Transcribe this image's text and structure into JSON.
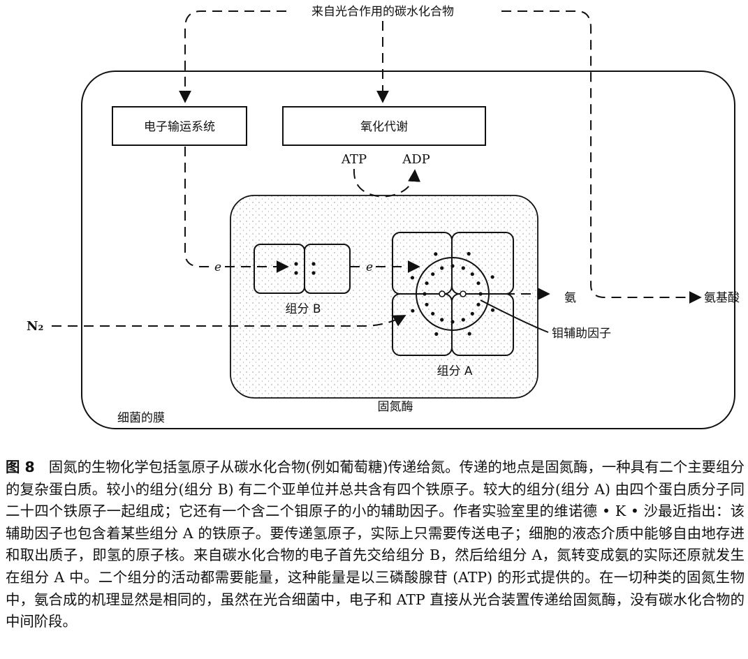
{
  "figure": {
    "top_label": "来自光合作用的碳水化合物",
    "electron_transport": "电子输运系统",
    "oxidative_metabolism": "氧化代谢",
    "atp": "ATP",
    "adp": "ADP",
    "electron_1": "e",
    "electron_2": "e",
    "component_b": "组分 B",
    "component_a": "组分 A",
    "n2": "N₂",
    "ammonia": "氨",
    "amino_acid": "氨基酸",
    "mo_cofactor": "钼辅助因子",
    "nitrogenase": "固氮酶",
    "membrane": "细菌的膜"
  },
  "caption": {
    "figure_number": "图 8",
    "text": "固氮的生物化学包括氢原子从碳水化合物(例如葡萄糖)传递给氮。传递的地点是固氮酶，一种具有二个主要组分的复杂蛋白质。较小的组分(组分 B) 有二个亚单位并总共含有四个铁原子。较大的组分(组分 A) 由四个蛋白质分子同二十四个铁原子一起组成；它还有一个含二个钼原子的小的辅助因子。作者实验室里的维诺德 • K • 沙最近指出：该辅助因子也包含着某些组分 A 的铁原子。要传递氢原子，实际上只需要传送电子；细胞的液态介质中能够自由地存进和取出质子，即氢的原子核。来自碳水化合物的电子首先交给组分 B，然后给组分 A，氮转变成氨的实际还原就发生在组分 A 中。二个组分的活动都需要能量，这种能量是以三磷酸腺苷 (ATP) 的形式提供的。在一切种类的固氮生物中，氨合成的机理显然是相同的，虽然在光合细菌中，电子和 ATP 直接从光合装置传递给固氮酶，没有碳水化合物的中间阶段。"
  }
}
